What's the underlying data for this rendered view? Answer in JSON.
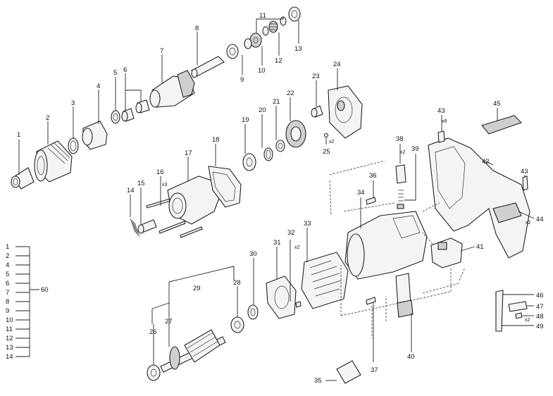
{
  "labels": {
    "p1": "1",
    "p2": "2",
    "p3": "3",
    "p4": "4",
    "p5": "5",
    "p6": "6",
    "p7": "7",
    "p8": "8",
    "p9": "9",
    "p10": "10",
    "p11": "11",
    "p12": "12",
    "p13": "13",
    "p14": "14",
    "p15": "15",
    "p16": "16",
    "p17": "17",
    "p18": "18",
    "p19": "19",
    "p20": "20",
    "p21": "21",
    "p22": "22",
    "p23": "23",
    "p24": "24",
    "p25": "25",
    "p26": "26",
    "p27": "27",
    "p28": "28",
    "p29": "29",
    "p30": "30",
    "p31": "31",
    "p32": "32",
    "p33": "33",
    "p34": "34",
    "p35": "35",
    "p36": "36",
    "p37": "37",
    "p38": "38",
    "p39": "39",
    "p40": "40",
    "p41": "41",
    "p42": "42",
    "p43a": "43",
    "p43b": "43",
    "p44": "44",
    "p45": "45",
    "p46": "46",
    "p47": "47",
    "p48": "48",
    "p49": "49",
    "p60": "60"
  },
  "quantities": {
    "q16": "x3",
    "q25": "x2",
    "q32": "x2",
    "q38": "x2",
    "q43": "x6",
    "q44": "x2",
    "q48": "x2"
  },
  "kit60": {
    "items": [
      "1",
      "2",
      "4",
      "5",
      "6",
      "7",
      "8",
      "9",
      "10",
      "11",
      "12",
      "13",
      "14"
    ],
    "label": "60"
  }
}
